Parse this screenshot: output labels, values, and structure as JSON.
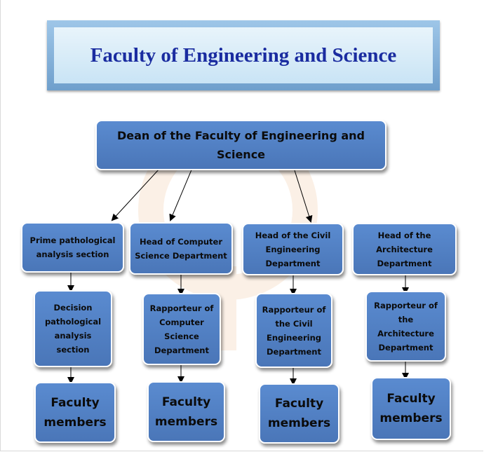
{
  "title": "Faculty of Engineering and Science",
  "dean": "Dean of the Faculty of Engineering and Science",
  "departments": [
    {
      "head": "Prime pathological analysis section",
      "rapporteur": "Decision pathological analysis section",
      "members": "Faculty members"
    },
    {
      "head": "Head of Computer Science Department",
      "rapporteur": "Rapporteur of Computer Science Department",
      "members": "Faculty members"
    },
    {
      "head": "Head of the Civil Engineering Department",
      "rapporteur": "Rapporteur of the Civil Engineering Department",
      "members": "Faculty members"
    },
    {
      "head": "Head of the Architecture Department",
      "rapporteur": "Rapporteur of the Architecture Department",
      "members": "Faculty members"
    }
  ]
}
